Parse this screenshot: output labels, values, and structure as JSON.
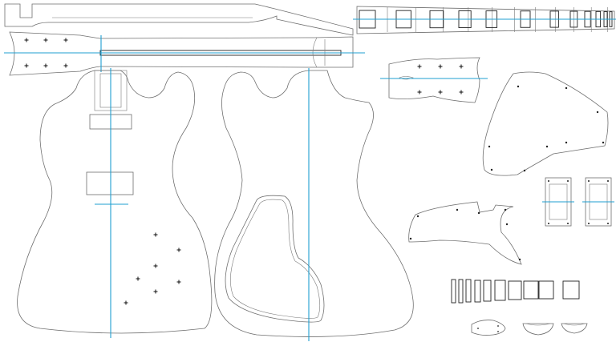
{
  "template": {
    "parts": [
      "neck-side-profile",
      "fretboard-inlays",
      "neck-top-view",
      "body-front",
      "body-back",
      "headstock-top-view",
      "pickguard-upper",
      "pickup-ring-neck",
      "pickup-ring-bridge",
      "pickguard-lower",
      "inlay-blocks",
      "truss-rod-cover",
      "control-knob-covers"
    ],
    "colors": {
      "outline": "#6f6f6f",
      "guide_line": "#1f9fd0",
      "marker": "#111111",
      "background": "#ffffff"
    },
    "fretboard_inlay_count": 12,
    "small_inlay_count": 9
  }
}
